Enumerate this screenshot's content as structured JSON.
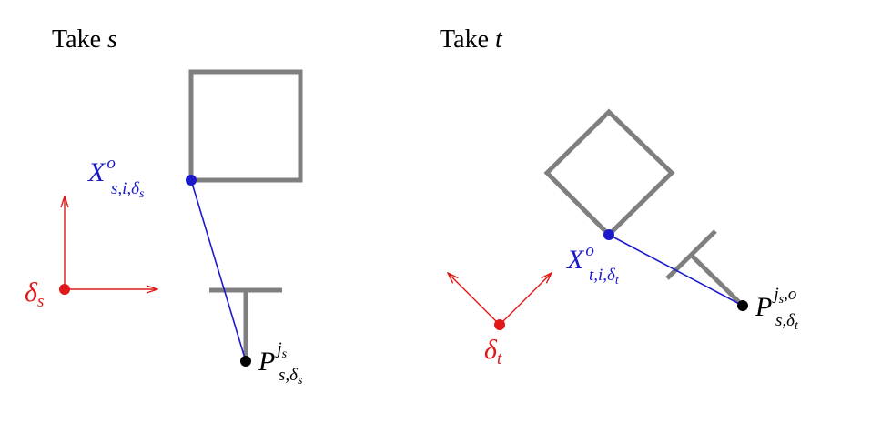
{
  "left_panel": {
    "title_prefix": "Take ",
    "title_var": "s",
    "point_x_label": {
      "base": "X",
      "sup": "o",
      "sub_a": "s,i,δ",
      "sub_b": "s"
    },
    "point_p_label": {
      "base": "P",
      "sup_a": "j",
      "sup_b": "s",
      "sub_a": "s,δ",
      "sub_b": "s"
    },
    "frame_label": {
      "base": "δ",
      "sub": "s"
    }
  },
  "right_panel": {
    "title_prefix": "Take ",
    "title_var": "t",
    "point_x_label": {
      "base": "X",
      "sup": "o",
      "sub_a": "t,i,δ",
      "sub_b": "t"
    },
    "point_p_label": {
      "base": "P",
      "sup_a": "j",
      "sup_b": "s",
      "sup_c": ",o",
      "sub_a": "s,δ",
      "sub_b": "t"
    },
    "frame_label": {
      "base": "δ",
      "sub": "t"
    }
  },
  "colors": {
    "shape": "#7f7f7f",
    "link": "#1a1acc",
    "frame": "#e01818",
    "text": "#000000",
    "point_x": "#1a1acc",
    "point_p": "#000000"
  }
}
